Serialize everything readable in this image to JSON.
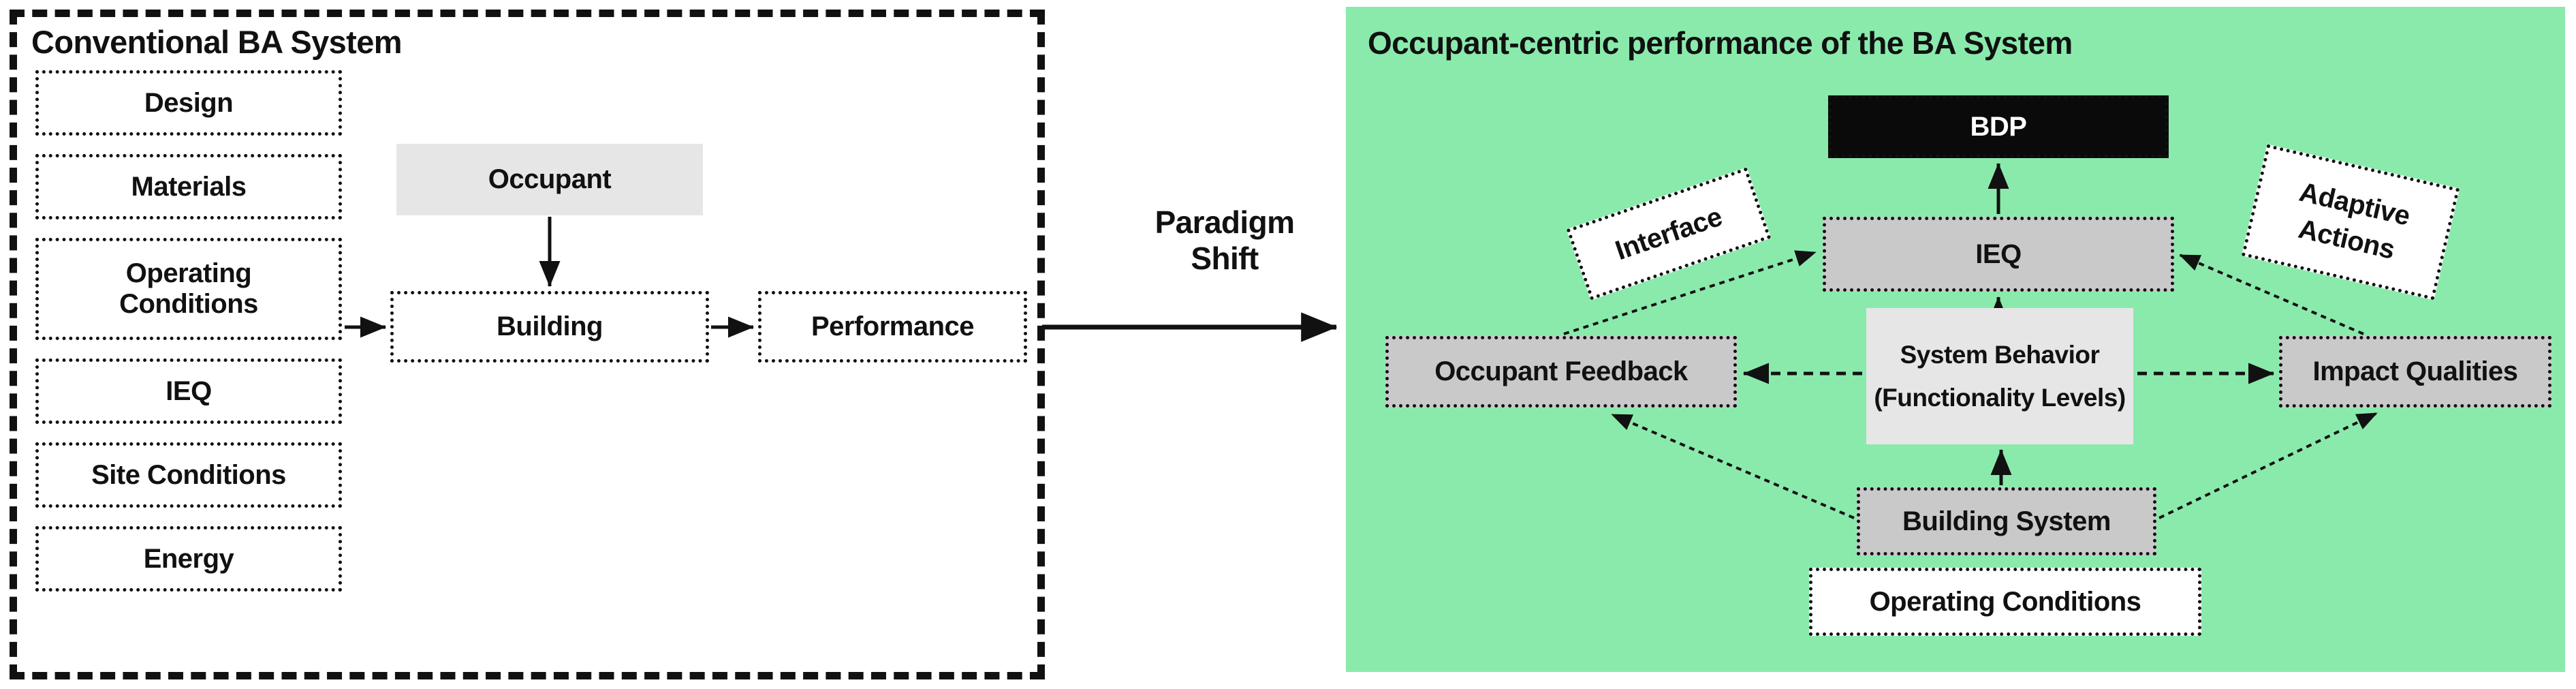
{
  "left_panel": {
    "title": "Conventional BA System",
    "items": [
      {
        "label": "Design"
      },
      {
        "label": "Materials"
      },
      {
        "label": "Operating\nConditions"
      },
      {
        "label": "IEQ"
      },
      {
        "label": "Site Conditions"
      },
      {
        "label": "Energy"
      }
    ],
    "flow": {
      "occupant": "Occupant",
      "building": "Building",
      "performance": "Performance"
    }
  },
  "transition": {
    "label_line1": "Paradigm",
    "label_line2": "Shift"
  },
  "right_panel": {
    "title": "Occupant-centric performance of the BA System",
    "nodes": {
      "bdp": "BDP",
      "ieq": "IEQ",
      "system_behavior_line1": "System Behavior",
      "system_behavior_line2": "(Functionality Levels)",
      "occupant_feedback": "Occupant Feedback",
      "impact_qualities": "Impact Qualities",
      "building_system": "Building System",
      "operating_conditions": "Operating Conditions",
      "interface": "Interface",
      "adaptive_line1": "Adaptive",
      "adaptive_line2": "Actions"
    }
  },
  "colors": {
    "green_panel": "#8aeaac",
    "gray_fill": "#c9c9c9",
    "light_gray_fill": "#e6e6e6",
    "black_fill": "#0a0a0a",
    "stroke": "#111111"
  }
}
